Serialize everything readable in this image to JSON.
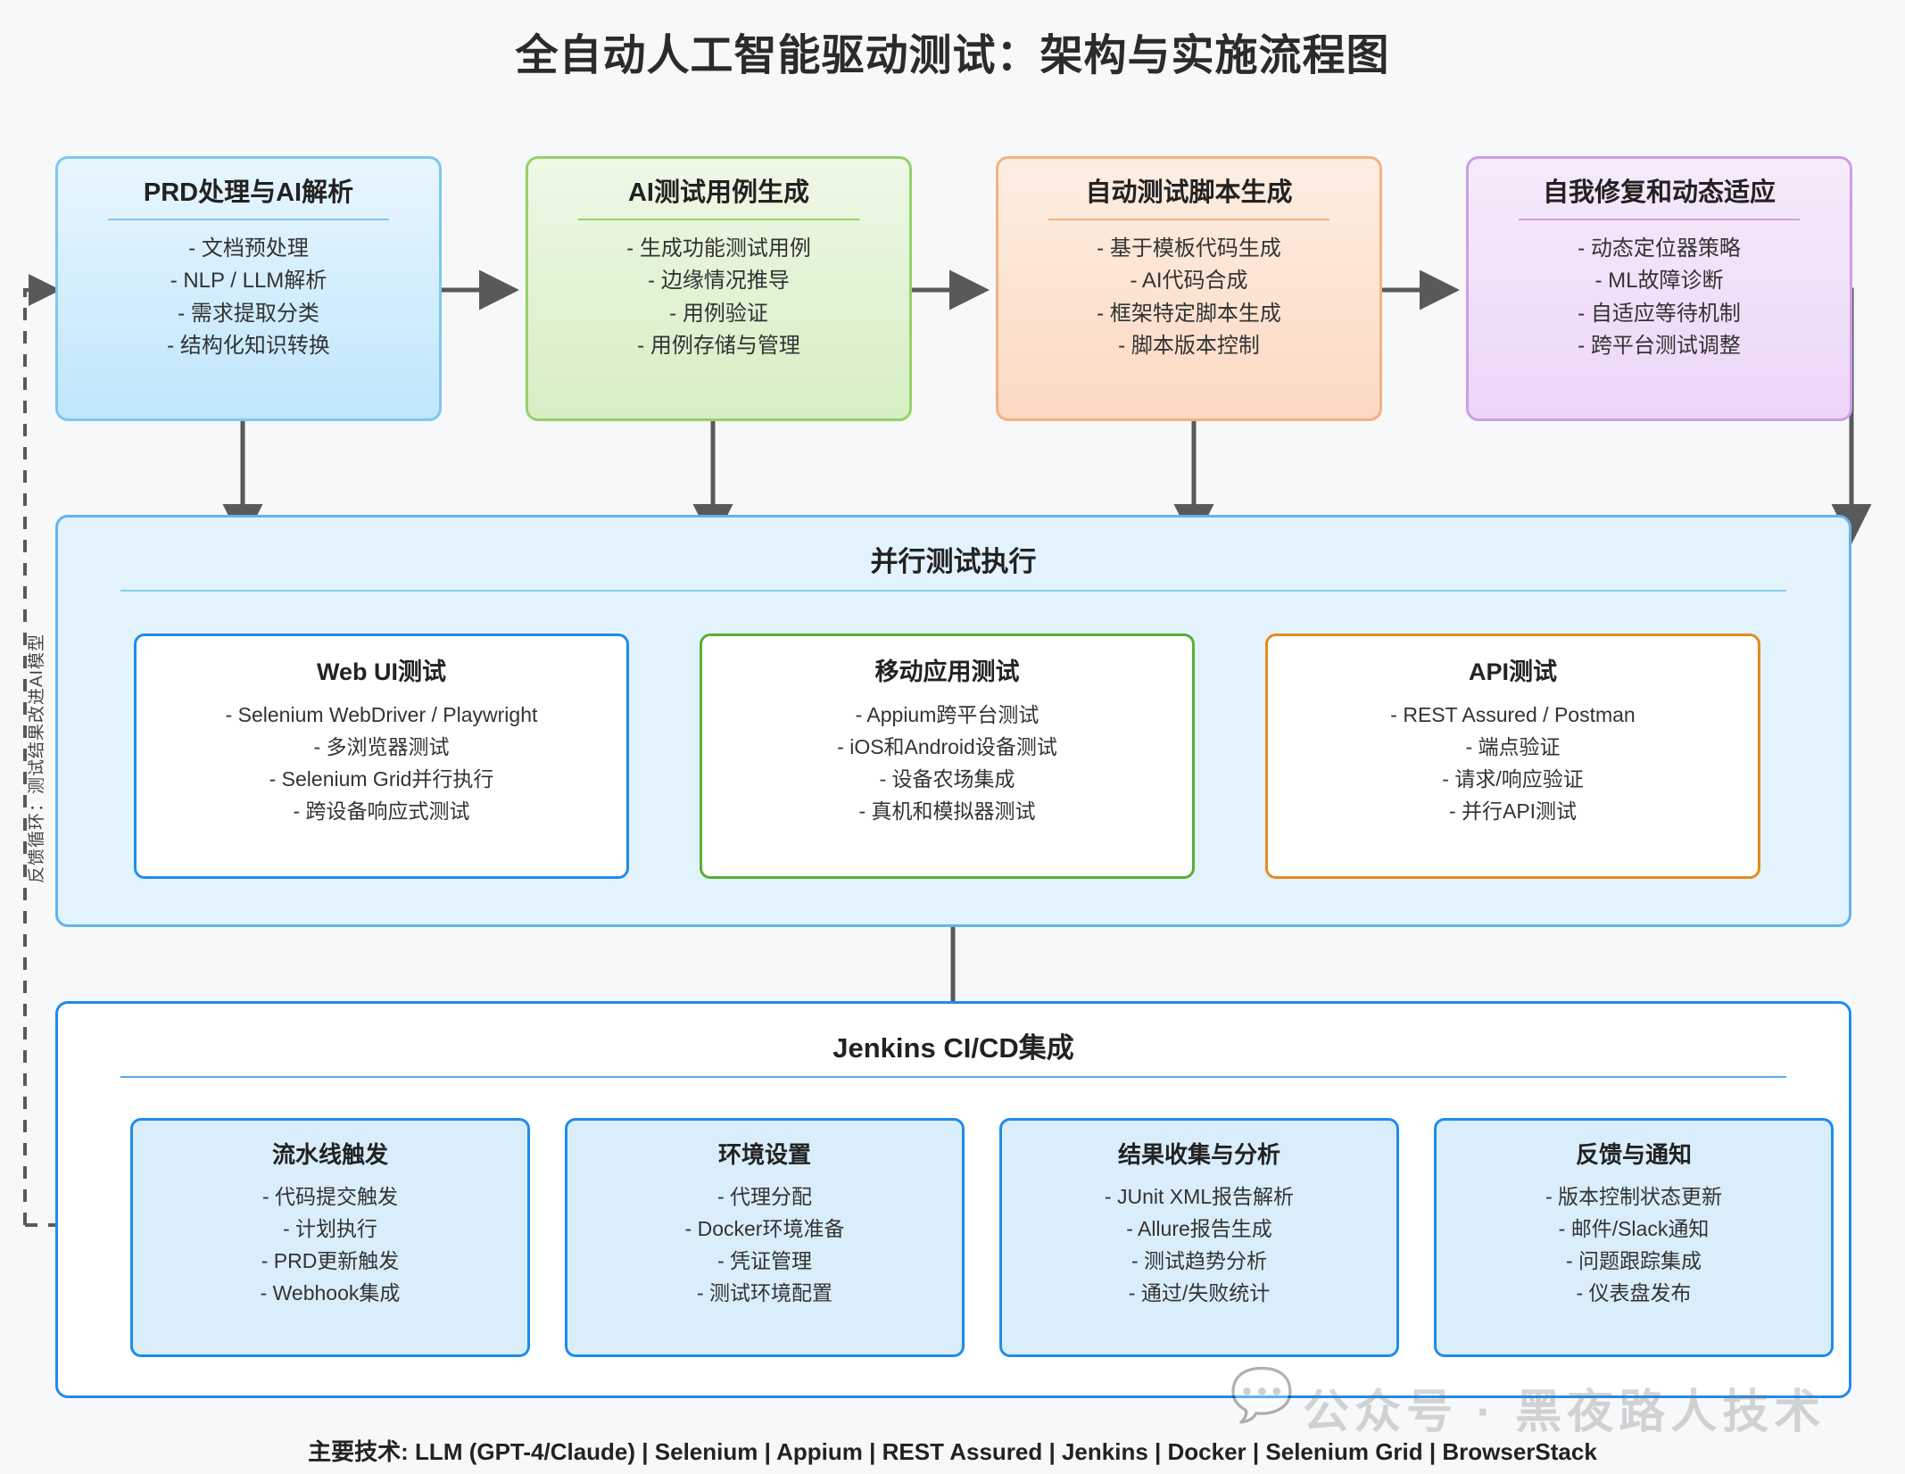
{
  "title": "全自动人工智能驱动测试：架构与实施流程图",
  "feedback_loop_label": "反馈循环：测试结果改进AI模型",
  "stages": [
    {
      "name": "prd-processing",
      "title": "PRD处理与AI解析",
      "color": "#7ec8f0",
      "items": [
        "- 文档预处理",
        "- NLP / LLM解析",
        "- 需求提取分类",
        "- 结构化知识转换"
      ]
    },
    {
      "name": "ai-testcase-generation",
      "title": "AI测试用例生成",
      "color": "#96d06a",
      "items": [
        "- 生成功能测试用例",
        "- 边缘情况推导",
        "- 用例验证",
        "- 用例存储与管理"
      ]
    },
    {
      "name": "auto-script-generation",
      "title": "自动测试脚本生成",
      "color": "#f4b183",
      "items": [
        "- 基于模板代码生成",
        "- AI代码合成",
        "- 框架特定脚本生成",
        "- 脚本版本控制"
      ]
    },
    {
      "name": "self-healing",
      "title": "自我修复和动态适应",
      "color": "#cc9ee8",
      "items": [
        "- 动态定位器策略",
        "- ML故障诊断",
        "- 自适应等待机制",
        "- 跨平台测试调整"
      ]
    }
  ],
  "parallel": {
    "title": "并行测试执行",
    "color": "#63b3ed",
    "boxes": [
      {
        "name": "web-ui-test",
        "title": "Web UI测试",
        "color": "#1f8ceb",
        "items": [
          "- Selenium WebDriver / Playwright",
          "- 多浏览器测试",
          "- Selenium Grid并行执行",
          "- 跨设备响应式测试"
        ]
      },
      {
        "name": "mobile-app-test",
        "title": "移动应用测试",
        "color": "#56b033",
        "items": [
          "- Appium跨平台测试",
          "- iOS和Android设备测试",
          "- 设备农场集成",
          "- 真机和模拟器测试"
        ]
      },
      {
        "name": "api-test",
        "title": "API测试",
        "color": "#e38b1c",
        "items": [
          "- REST Assured / Postman",
          "- 端点验证",
          "- 请求/响应验证",
          "- 并行API测试"
        ]
      }
    ]
  },
  "jenkins": {
    "title": "Jenkins CI/CD集成",
    "color": "#1f8ceb",
    "boxes": [
      {
        "name": "pipeline-trigger",
        "title": "流水线触发",
        "items": [
          "- 代码提交触发",
          "- 计划执行",
          "- PRD更新触发",
          "- Webhook集成"
        ]
      },
      {
        "name": "environment-setup",
        "title": "环境设置",
        "items": [
          "- 代理分配",
          "- Docker环境准备",
          "- 凭证管理",
          "- 测试环境配置"
        ]
      },
      {
        "name": "result-collection",
        "title": "结果收集与分析",
        "items": [
          "- JUnit XML报告解析",
          "- Allure报告生成",
          "- 测试趋势分析",
          "- 通过/失败统计"
        ]
      },
      {
        "name": "feedback-notification",
        "title": "反馈与通知",
        "items": [
          "- 版本控制状态更新",
          "- 邮件/Slack通知",
          "- 问题跟踪集成",
          "- 仪表盘发布"
        ]
      }
    ]
  },
  "footer": "主要技术: LLM (GPT-4/Claude) | Selenium | Appium | REST Assured | Jenkins | Docker | Selenium Grid | BrowserStack",
  "watermark": "公众号 · 黑夜路人技术"
}
